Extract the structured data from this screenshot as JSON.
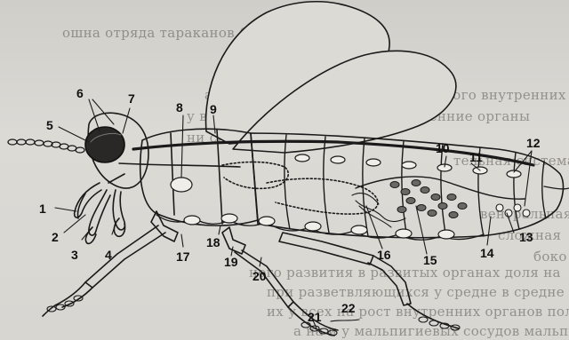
{
  "background_text": {
    "line_0": "ошна отряда тараканов (Insecta Blattodea)",
    "line_1": "анатомическое   строение   насекомого   внутренних",
    "line_2": "у  всех  насекомых  имеются  внутренние  органы",
    "line_3": "ни  системы",
    "line_4": "тельная  система",
    "line_5": "вентральная",
    "line_6": "сложная",
    "line_7": "боко",
    "line_8": "ного развития в развитых органах доля на",
    "line_9": "при разветвляющихся у средне  в средне органах",
    "line_10": "их у всех на  рост внутренних органов полости",
    "line_11": "а на и  у мальпигиевых сосудов мальпигиевы"
  },
  "labels": [
    "1",
    "2",
    "3",
    "4",
    "5",
    "6",
    "7",
    "8",
    "9",
    "10",
    "11",
    "12",
    "13",
    "14",
    "15",
    "16",
    "17",
    "18",
    "19",
    "20",
    "21",
    "22"
  ],
  "colors": {
    "ink": "#1a1a1a",
    "paper": "#d6d4cf"
  }
}
